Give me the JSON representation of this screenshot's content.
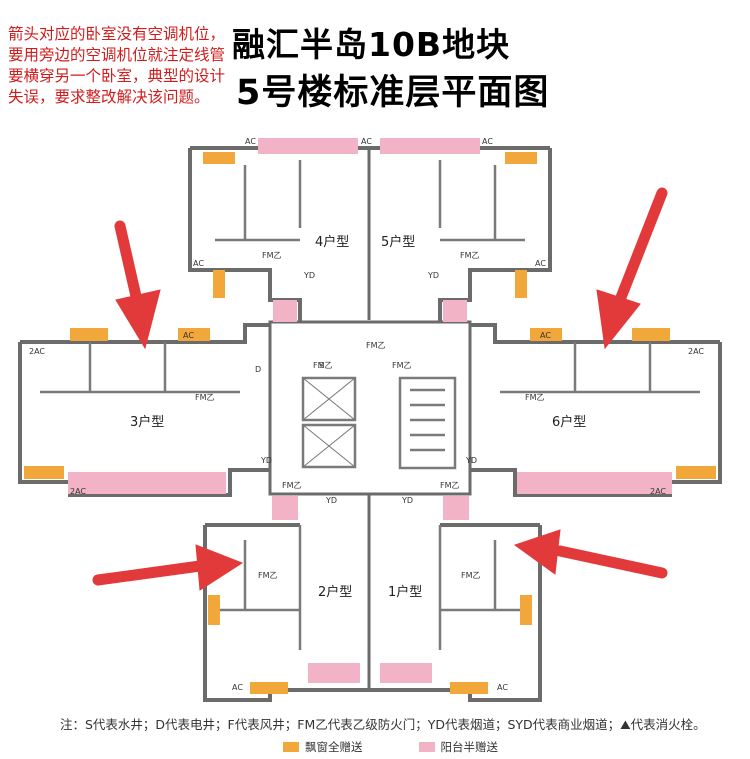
{
  "title": {
    "line1": "融汇半岛10B地块",
    "line2": "5号楼标准层平面图"
  },
  "annotation": "箭头对应的卧室没有空调机位，要用旁边的空调机位就注定线管要横穿另一个卧室，典型的设计失误，要求整改解决该问题。",
  "units": [
    {
      "id": "4",
      "label": "4户型"
    },
    {
      "id": "5",
      "label": "5户型"
    },
    {
      "id": "3",
      "label": "3户型"
    },
    {
      "id": "6",
      "label": "6户型"
    },
    {
      "id": "2",
      "label": "2户型"
    },
    {
      "id": "1",
      "label": "1户型"
    }
  ],
  "marks": {
    "ac": "AC",
    "ac2": "2AC",
    "fm": "FM乙",
    "yd": "YD",
    "d": "D",
    "s": "S"
  },
  "footnote": "注：S代表水井；D代表电井；F代表风井；FM乙代表乙级防火门；YD代表烟道；SYD代表商业烟道；⛰代表消火栓。",
  "legend": {
    "window": "飘窗全赠送",
    "balcony": "阳台半赠送"
  },
  "colors": {
    "window": "#f2a73b",
    "balcony": "#f2b3c6",
    "arrow": "#e23a3a",
    "wall": "#6b6b6b",
    "note": "#d21c1c"
  }
}
